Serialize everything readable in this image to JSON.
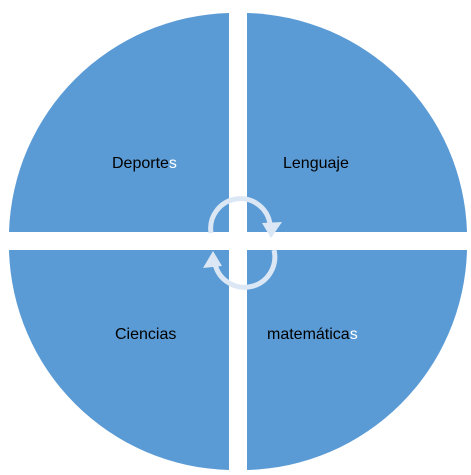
{
  "diagram": {
    "fill_color": "#5b9bd5",
    "separator_color": "#ffffff",
    "arrow_color": "#dbe7f4",
    "text_color": "#000000",
    "quadrants": [
      {
        "id": "top-left",
        "label_main": "Deporte",
        "label_tail": "s"
      },
      {
        "id": "top-right",
        "label_main": "Lenguaje",
        "label_tail": ""
      },
      {
        "id": "bottom-left",
        "label_main": "Ciencias",
        "label_tail": ""
      },
      {
        "id": "bottom-right",
        "label_main": "matemática",
        "label_tail": "s"
      }
    ],
    "center_icon": "circular-arrows-icon"
  }
}
